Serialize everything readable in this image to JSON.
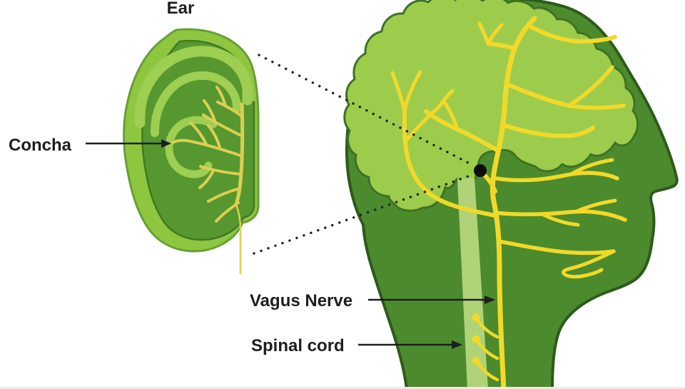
{
  "labels": {
    "ear": "Ear",
    "concha": "Concha",
    "vagus_nerve": "Vagus Nerve",
    "spinal_cord": "Spinal cord"
  },
  "colors": {
    "background": "#ffffff",
    "head_green": "#4C8A2E",
    "head_outline": "#2D5A1A",
    "brain_green": "#9DCC4D",
    "brain_outline": "#3E7222",
    "spinal_stripe_green": "#AFD376",
    "nerve_yellow": "#F2D929",
    "ear_outer_green": "#8FC640",
    "ear_outer_outline": "#67A033",
    "ear_inner_green": "#569730",
    "ear_inner_outline": "#3F7A21",
    "ear_helix_green": "#9ECE52",
    "ear_nerve_yellow": "#DCCE52",
    "label_black": "#1E1E1E",
    "dotted_black": "#222222",
    "marker_black": "#0D0D0D"
  }
}
